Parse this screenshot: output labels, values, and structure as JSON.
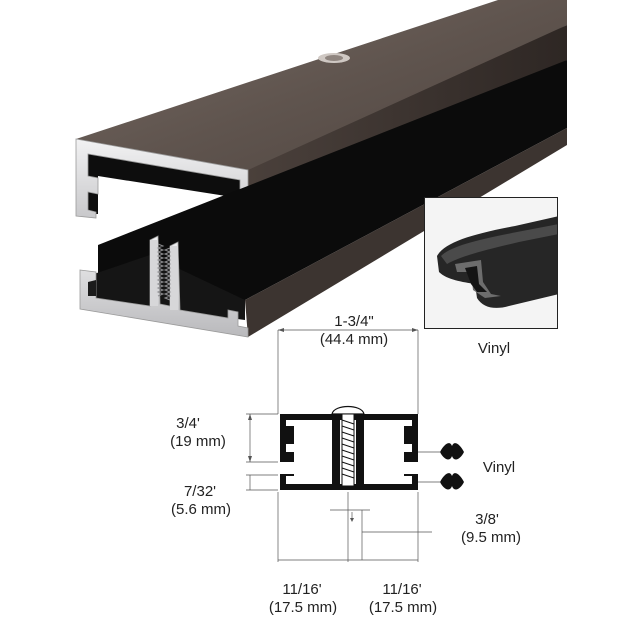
{
  "labels": {
    "width_frac": "1-3/4\"",
    "width_mm": "(44.4 mm)",
    "height_frac": "3/4'",
    "height_mm": "(19 mm)",
    "gap_frac": "7/32'",
    "gap_mm": "(5.6 mm)",
    "screw_frac": "3/8'",
    "screw_mm": "(9.5 mm)",
    "left_half_frac": "11/16'",
    "left_half_mm": "(17.5 mm)",
    "right_half_frac": "11/16'",
    "right_half_mm": "(17.5 mm)",
    "vinyl_profile_label": "Vinyl",
    "vinyl_inset_label": "Vinyl"
  },
  "colors": {
    "finish": "#5b4f49",
    "finish_dark": "#3a322e",
    "finish_light": "#8a7d75",
    "aluminum": "#d9d9db",
    "black": "#111111",
    "vinyl": "#2a2a2a"
  }
}
